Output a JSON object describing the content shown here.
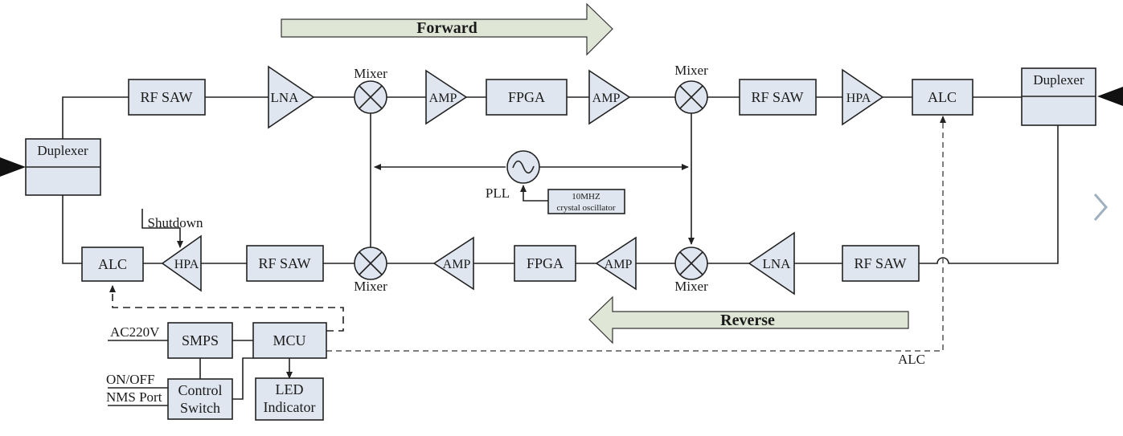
{
  "directions": {
    "forward": "Forward",
    "reverse": "Reverse"
  },
  "forward_chain": {
    "duplexer_in": "Duplexer",
    "rf_saw_1": "RF SAW",
    "lna": "LNA",
    "mixer_1": "Mixer",
    "amp_1": "AMP",
    "fpga": "FPGA",
    "amp_2": "AMP",
    "mixer_2": "Mixer",
    "rf_saw_2": "RF SAW",
    "hpa": "HPA",
    "alc": "ALC",
    "duplexer_out": "Duplexer"
  },
  "reverse_chain": {
    "alc": "ALC",
    "shutdown": "Shutdown",
    "hpa": "HPA",
    "rf_saw_1": "RF SAW",
    "mixer_1": "Mixer",
    "amp_1": "AMP",
    "fpga": "FPGA",
    "amp_2": "AMP",
    "mixer_2": "Mixer",
    "lna": "LNA",
    "rf_saw_2": "RF SAW"
  },
  "pll": {
    "label": "PLL",
    "osc_line1": "10MHZ",
    "osc_line2": "crystal oscillator"
  },
  "control": {
    "ac_input": "AC220V",
    "smps": "SMPS",
    "mcu": "MCU",
    "on_off": "ON/OFF",
    "nms_port": "NMS Port",
    "control_switch_line1": "Control",
    "control_switch_line2": "Switch",
    "led_line1": "LED",
    "led_line2": "Indicator",
    "alc_feedback": "ALC"
  },
  "icons": {
    "mixer": "mixer-cross-icon",
    "pll": "sine-oscillator-icon",
    "nav": "chevron-right-icon"
  },
  "colors": {
    "block_fill": "#dfe6ef",
    "direction_arrow_fill": "#e0e6d6",
    "line": "#222222"
  }
}
